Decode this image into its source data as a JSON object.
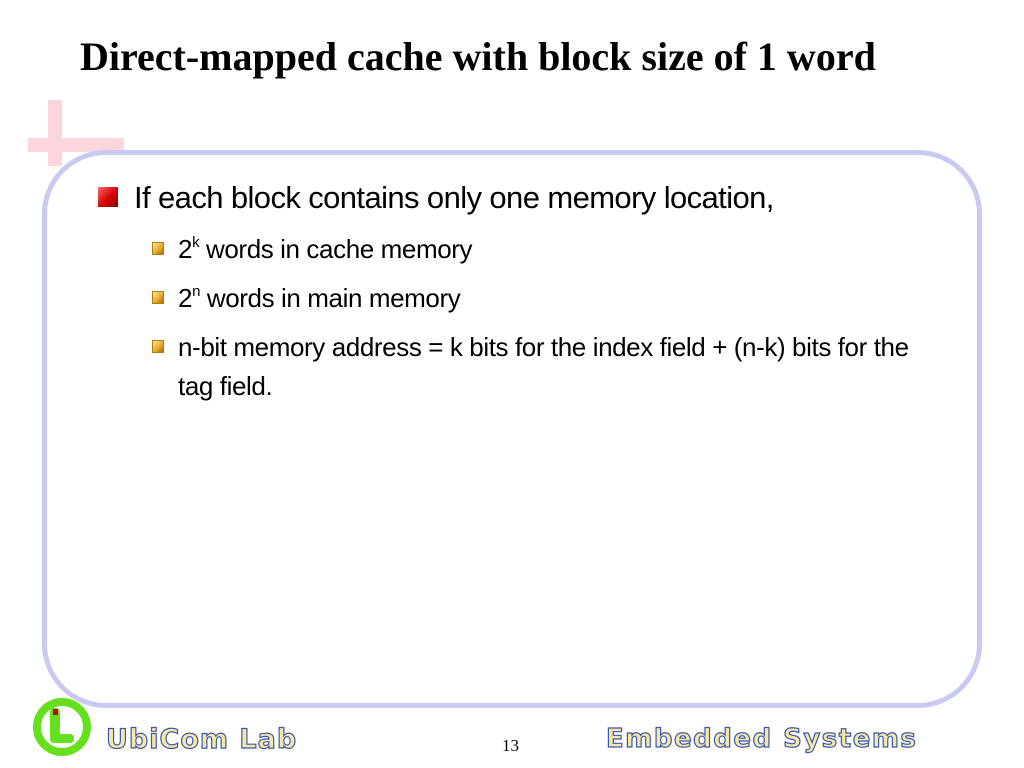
{
  "slide": {
    "title": "Direct-mapped cache with  block size of 1 word",
    "page_number": "13"
  },
  "bullets": {
    "level1": "If each block contains only one memory location,",
    "items": [
      {
        "base": "2",
        "sup": "k",
        "rest": " words in cache memory"
      },
      {
        "base": "2",
        "sup": "n",
        "rest": " words in main memory"
      },
      {
        "text": "n-bit memory address = k bits for the index field + (n-k) bits for the tag field."
      }
    ]
  },
  "footer": {
    "left_label": "UbiCom Lab",
    "right_label": "Embedded Systems"
  },
  "colors": {
    "panel_border": "#c9c9f2",
    "cross": "#fbd5dc",
    "footer_text_fill": "#f3e9a3",
    "footer_text_stroke": "#3d56b4",
    "logo_green": "#66e01e",
    "bullet_red": "#d40000",
    "bullet_gold": "#e2a92b"
  },
  "icons": {
    "logo": "ubicom-logo-icon",
    "level1_bullet": "red-square-bullet-icon",
    "level2_bullet": "gold-square-bullet-icon"
  }
}
